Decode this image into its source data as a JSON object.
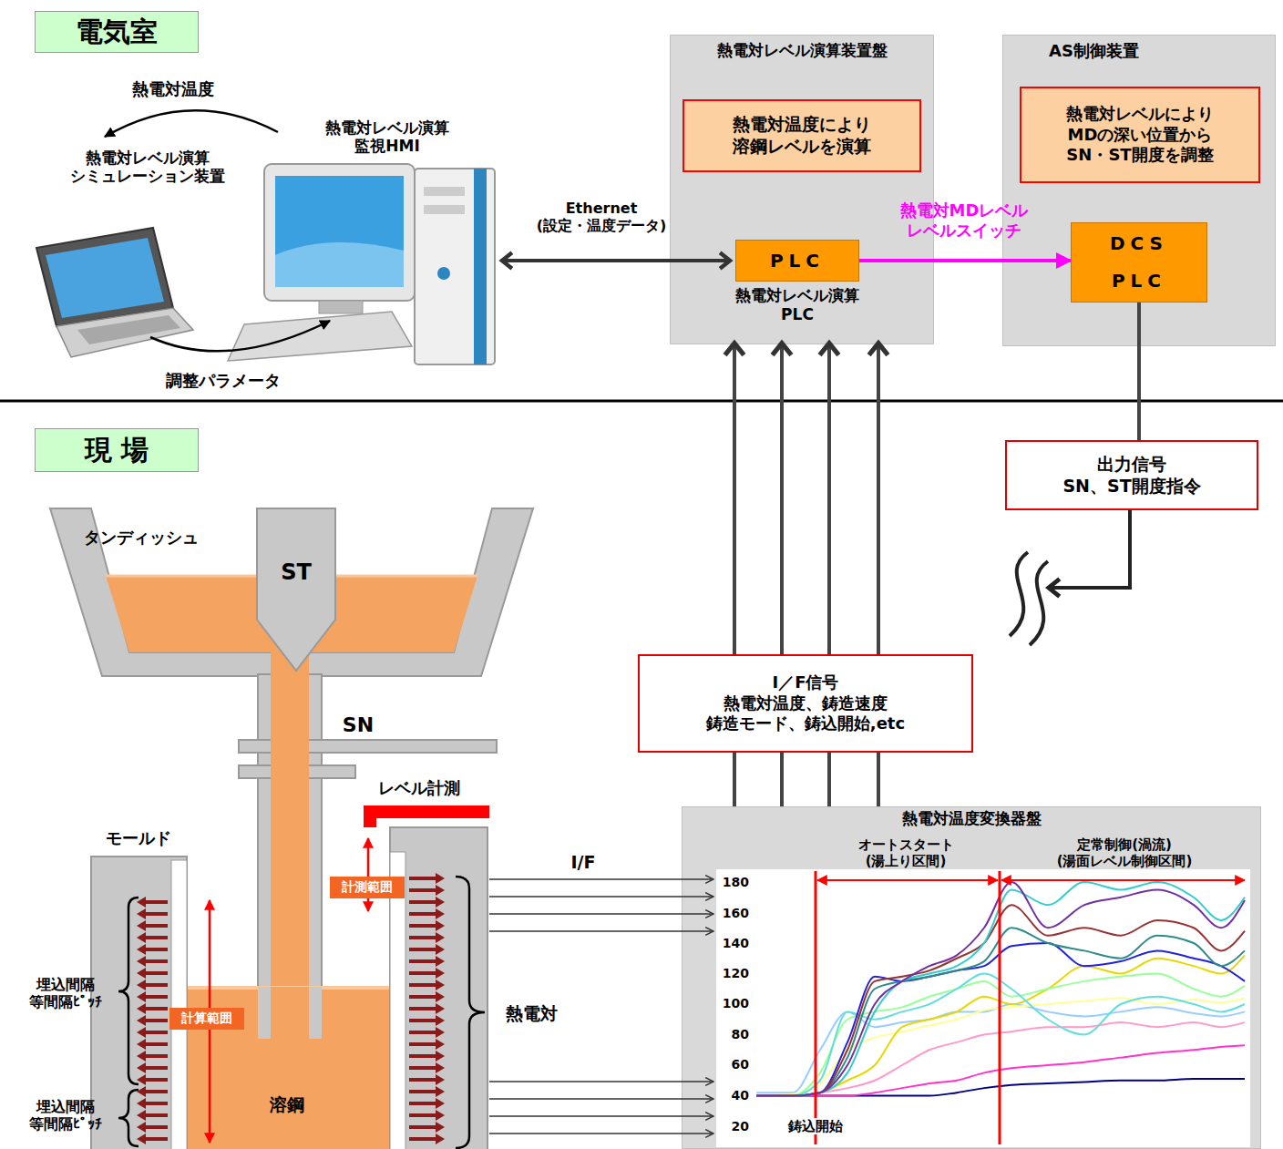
{
  "diagram": {
    "nodes": [
      {
        "text": [
          "電気室"
        ]
      },
      {
        "text": [
          "熱電対レベル演算装置盤"
        ]
      },
      {
        "text": [
          "熱電対温度により 溶鋼レベルを演算"
        ],
        "in": 1
      },
      {
        "text": [
          "PLC",
          "熱電対レベル演算 PLC"
        ],
        "in": 1
      },
      {
        "text": [
          "AS制御装置"
        ]
      },
      {
        "text": [
          "熱電対レベルにより MDの深い位置から SN・ST開度を調整"
        ],
        "in": 4
      },
      {
        "text": [
          "DCS PLC"
        ],
        "in": 4
      },
      {
        "text": [
          "現 場"
        ]
      },
      {
        "text": [
          "出力信号",
          "SN、ST開度指令"
        ]
      },
      {
        "text": [
          "I／F信号",
          "熱電対温度、鋳造速度 鋳造モード、鋳込開始,etc"
        ]
      },
      {
        "text": [
          "計測範囲"
        ]
      },
      {
        "text": [
          "計算範囲"
        ]
      },
      {
        "text": [
          "熱電対温度変換器盤"
        ]
      }
    ],
    "edges": [
      {
        "from": 3,
        "to": 6,
        "arrow": "to",
        "label": "熱電対MDレベル レベルスイッチ"
      },
      {
        "from": 6,
        "to": 8,
        "arrow": "none"
      },
      {
        "from": 12,
        "to": 1,
        "arrow": "to"
      },
      {
        "from": 12,
        "to": 1,
        "arrow": "to"
      },
      {
        "from": 12,
        "to": 1,
        "arrow": "to"
      },
      {
        "from": 12,
        "to": 1,
        "arrow": "to"
      }
    ],
    "labels": [
      "熱電対温度",
      "熱電対レベル演算 シミュレーション装置",
      "熱電対レベル演算 監視HMI",
      "調整パラメータ",
      "Ethernet (設定・温度データ)",
      "タンディッシュ",
      "ST",
      "SN",
      "レベル計測",
      "モールド",
      "埋込間隔 等間隔ﾋﾟｯﾁ",
      "埋込間隔 等間隔ﾋﾟｯﾁ",
      "溶鋼",
      "熱電対",
      "I/F",
      "180",
      "160",
      "140",
      "120",
      "100",
      "80",
      "60",
      "40",
      "20",
      "オートスタート (湯上り区間)",
      "定常制御(渦流) (湯面レベル制御区間)",
      "鋳込開始"
    ]
  }
}
